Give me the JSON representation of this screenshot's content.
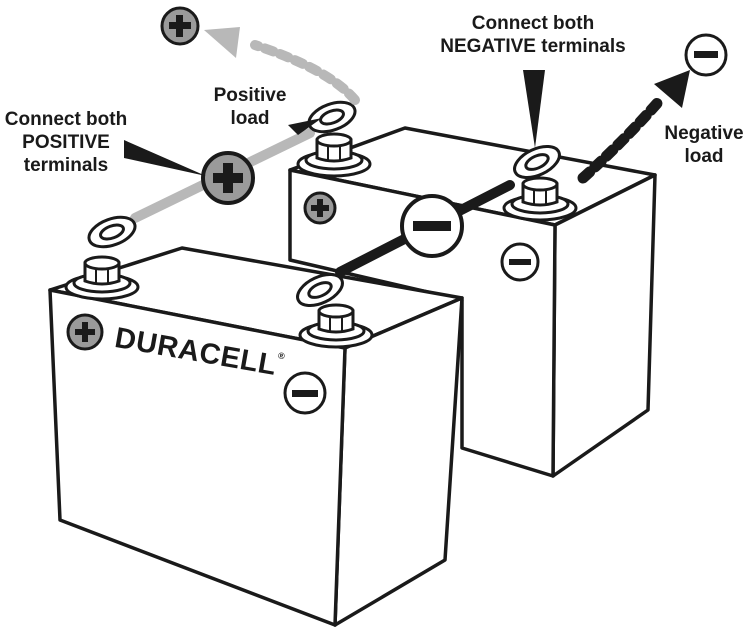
{
  "labels": {
    "connect_positive": [
      "Connect both",
      "POSITIVE",
      "terminals"
    ],
    "positive_load": [
      "Positive",
      "load"
    ],
    "connect_negative": [
      "Connect both",
      "NEGATIVE terminals"
    ],
    "negative_load": [
      "Negative",
      "load"
    ]
  },
  "brand": {
    "name": "DURACELL",
    "mark": "®"
  },
  "colors": {
    "outline": "#1a1a1a",
    "positive_cable": "#b8b8b8",
    "positive_badge": "#9a9a9a",
    "negative_cable": "#1a1a1a",
    "background": "#ffffff"
  },
  "icons": {
    "positive": "plus-symbol",
    "negative": "minus-symbol"
  }
}
